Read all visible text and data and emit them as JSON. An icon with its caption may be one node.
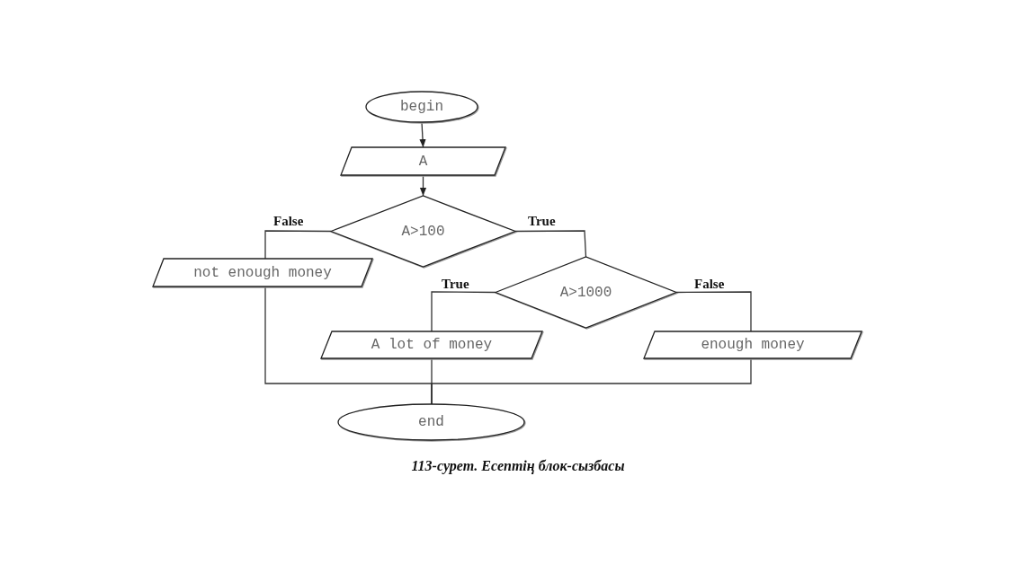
{
  "diagram": {
    "caption": "113-сурет. Есептің блок-сызбасы",
    "nodes": [
      {
        "text": [
          "begin"
        ]
      },
      {
        "text": [
          "A"
        ]
      },
      {
        "text": [
          "A>100"
        ]
      },
      {
        "text": [
          "not enough money"
        ]
      },
      {
        "text": [
          "A>1000"
        ]
      },
      {
        "text": [
          "A lot of money"
        ]
      },
      {
        "text": [
          "enough money"
        ]
      },
      {
        "text": [
          "end"
        ]
      }
    ],
    "edges": [
      {
        "from": 0,
        "to": 1,
        "arrow": "to"
      },
      {
        "from": 1,
        "to": 2,
        "arrow": "to"
      },
      {
        "from": 2,
        "to": 3,
        "arrow": "none",
        "label": "False"
      },
      {
        "from": 2,
        "to": 4,
        "arrow": "none",
        "label": "True"
      },
      {
        "from": 4,
        "to": 5,
        "arrow": "none",
        "label": "True"
      },
      {
        "from": 4,
        "to": 6,
        "arrow": "none",
        "label": "False"
      },
      {
        "from": 3,
        "to": 7,
        "arrow": "none"
      },
      {
        "from": 5,
        "to": 7,
        "arrow": "none"
      },
      {
        "from": 6,
        "to": 7,
        "arrow": "none"
      }
    ]
  }
}
